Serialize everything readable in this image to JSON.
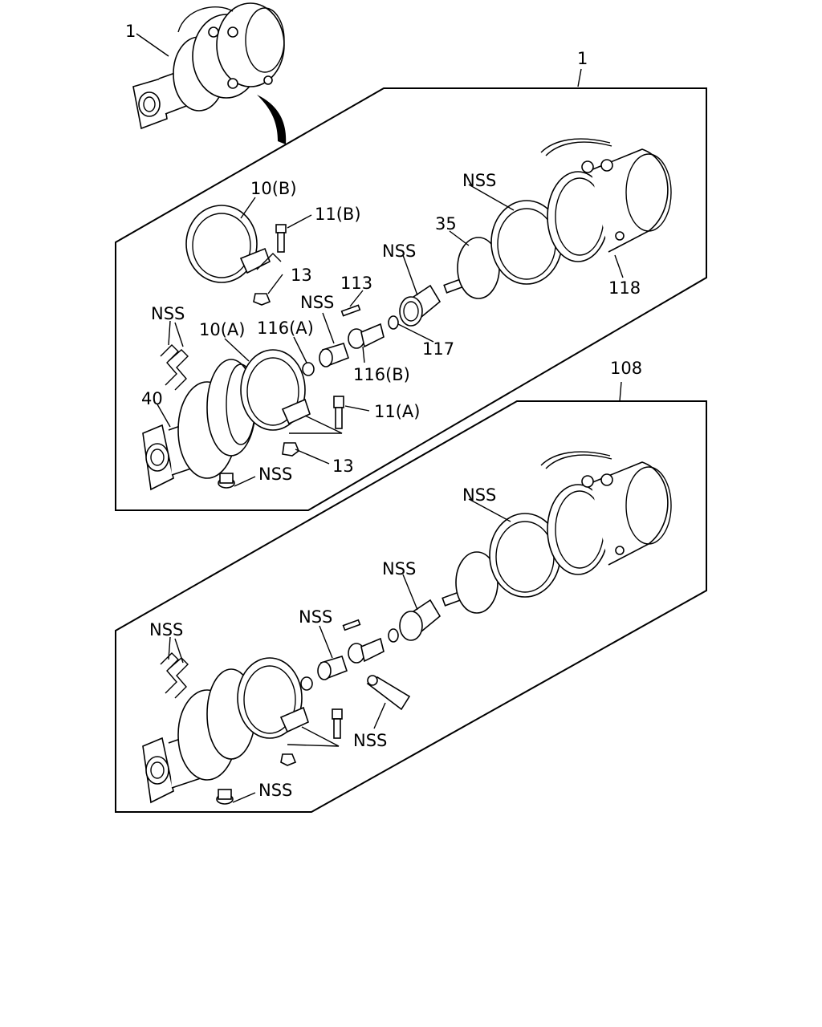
{
  "callouts": {
    "top_assembly": "1",
    "assembly_1": "1",
    "assembly_108": "108",
    "a_clamp_b": "10(B)",
    "a_bolt_b": "11(B)",
    "a_nut_b": "13",
    "a_nss_seal_top": "NSS",
    "a_disc": "35",
    "a_nss_boot": "NSS",
    "a_pin": "113",
    "a_nss_bushing": "NSS",
    "a_washer_a": "116(A)",
    "a_clamp_a": "10(A)",
    "a_nss_pipe": "NSS",
    "a_oring": "117",
    "a_fitting_b": "116(B)",
    "a_ring": "118",
    "a_housing": "40",
    "a_bolt_a": "11(A)",
    "a_nut_a": "13",
    "a_nss_nut": "NSS",
    "b_nss_seal": "NSS",
    "b_nss_boot": "NSS",
    "b_nss_bushing": "NSS",
    "b_nss_pipe": "NSS",
    "b_nss_actuator": "NSS",
    "b_nss_nut": "NSS"
  },
  "colors": {
    "line": "#000000",
    "background": "#ffffff"
  }
}
